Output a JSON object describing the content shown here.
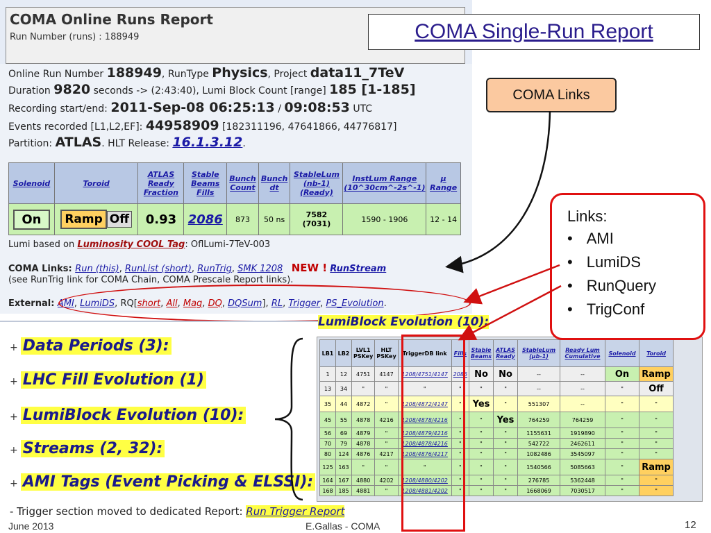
{
  "header": {
    "title": "COMA Online Runs Report",
    "run_number_line": "Run Number (runs) : 188949"
  },
  "slide_title": "COMA Single-Run Report",
  "run_info": {
    "l1_prefix": "Online Run Number ",
    "run_number": "188949",
    "l1_mid": ", RunType ",
    "run_type": "Physics",
    "l1_mid2": ", Project ",
    "project": "data11_7TeV",
    "l2_prefix": "Duration ",
    "duration": "9820",
    "l2_mid": " seconds -> (2:43:40), Lumi Block Count [range] ",
    "lb_count": "185 [1-185]",
    "l3_prefix": "Recording start/end: ",
    "start": "2011-Sep-08 06:25:13",
    "l3_sep": " / ",
    "end": "09:08:53",
    "l3_suffix": " UTC",
    "l4_prefix": "Events recorded [L1,L2,EF]: ",
    "events": "44958909",
    "l4_suffix": " [182311196, 47641866, 44776817]",
    "l5_prefix": "Partition: ",
    "partition": "ATLAS",
    "l5_mid": ". HLT Release: ",
    "hlt_release": "16.1.3.12",
    "l5_suffix": "."
  },
  "summary_table": {
    "headers": [
      "Solenoid",
      "Toroid",
      "ATLAS Ready Fraction",
      "Stable Beams Fills",
      "Bunch Count",
      "Bunch dt",
      "StableLum (nb-1) (Ready)",
      "InstLum Range (10^30cm^-2s^-1)",
      "μ Range"
    ],
    "solenoid": "On",
    "toroid_ramp": "Ramp",
    "toroid_off": "Off",
    "ready_fraction": "0.93",
    "fill": "2086",
    "bunch_count": "873",
    "bunch_dt": "50 ns",
    "stable_lum": "7582",
    "stable_lum_ready": "(7031)",
    "instlum_range": "1590 - 1906",
    "mu_range": "12 - 14"
  },
  "lumi_line": {
    "prefix": "Lumi based on ",
    "link": "Luminosity COOL Tag",
    "suffix": ": OflLumi-7TeV-003"
  },
  "coma_links": {
    "prefix": "COMA Links: ",
    "run": "Run (this)",
    "runlist": "RunList (short)",
    "runtrig": "RunTrig",
    "smk": "SMK 1208",
    "new": "NEW !",
    "runstream": "RunStream",
    "note": "(see RunTrig link for COMA Chain, COMA Prescale Report links)."
  },
  "external": {
    "prefix": "External: ",
    "ami": "AMI",
    "lumids": "LumiDS",
    "rq": "RQ[",
    "short": "short",
    "all": "All",
    "mag": "Mag",
    "dq": "DQ",
    "dqsum": "DQSum",
    "rl": "RL",
    "trigger": "Trigger",
    "ps": "PS_Evolution"
  },
  "sections": [
    {
      "plus": "+",
      "label": "Data Periods (3):"
    },
    {
      "plus": "+",
      "label": "LHC Fill Evolution (1)"
    },
    {
      "plus": "+",
      "label": "LumiBlock Evolution (10):"
    },
    {
      "plus": "+",
      "label": "Streams (2, 32):"
    },
    {
      "plus": "+",
      "label": "AMI Tags (Event Picking & ELSSI):"
    }
  ],
  "lb_title": "LumiBlock Evolution (10):",
  "lb_table": {
    "headers": [
      "LB1",
      "LB2",
      "LVL1 PSKey",
      "HLT PSKey",
      "TriggerDB link",
      "Fills",
      "Stable Beams",
      "ATLAS Ready",
      "StableLum (μb-1)",
      "Ready Lum Cumulative",
      "Solenoid",
      "Toroid"
    ],
    "rows": [
      [
        "1",
        "12",
        "4751",
        "4147",
        "1208/4751/4147",
        "2086",
        "No",
        "No",
        "--",
        "--",
        "On",
        "Ramp"
      ],
      [
        "13",
        "34",
        "\"",
        "\"",
        "\"",
        "\"",
        "\"",
        "\"",
        "--",
        "--",
        "\"",
        "Off"
      ],
      [
        "35",
        "44",
        "4872",
        "\"",
        "1208/4872/4147",
        "\"",
        "Yes",
        "\"",
        "551307",
        "--",
        "\"",
        "\""
      ],
      [
        "45",
        "55",
        "4878",
        "4216",
        "1208/4878/4216",
        "\"",
        "\"",
        "Yes",
        "764259",
        "764259",
        "\"",
        "\""
      ],
      [
        "56",
        "69",
        "4879",
        "\"",
        "1208/4879/4216",
        "\"",
        "\"",
        "\"",
        "1155631",
        "1919890",
        "\"",
        "\""
      ],
      [
        "70",
        "79",
        "4878",
        "\"",
        "1208/4878/4216",
        "\"",
        "\"",
        "\"",
        "542722",
        "2462611",
        "\"",
        "\""
      ],
      [
        "80",
        "124",
        "4876",
        "4217",
        "1208/4876/4217",
        "\"",
        "\"",
        "\"",
        "1082486",
        "3545097",
        "\"",
        "\""
      ],
      [
        "125",
        "163",
        "\"",
        "\"",
        "\"",
        "\"",
        "\"",
        "\"",
        "1540566",
        "5085663",
        "\"",
        "Ramp"
      ],
      [
        "164",
        "167",
        "4880",
        "4202",
        "1208/4880/4202",
        "\"",
        "\"",
        "\"",
        "276785",
        "5362448",
        "\"",
        "\""
      ],
      [
        "168",
        "185",
        "4881",
        "\"",
        "1208/4881/4202",
        "\"",
        "\"",
        "\"",
        "1668069",
        "7030517",
        "\"",
        "\""
      ]
    ]
  },
  "callouts": {
    "coma_links": "COMA Links",
    "links_title": "Links:",
    "links": [
      "AMI",
      "LumiDS",
      "RunQuery",
      "TrigConf"
    ]
  },
  "trigger_note": {
    "prefix": "- Trigger section moved to dedicated Report: ",
    "link": "Run Trigger Report"
  },
  "footer": {
    "left": "June 2013",
    "center": "E.Gallas - COMA",
    "page": "12"
  },
  "colors": {
    "link_blue": "#1a1aa6",
    "highlight_yellow": "#ffff44",
    "green_cell": "#c8f0b0",
    "orange_ramp": "#ffd060",
    "red_annotation": "#e01010",
    "callout_orange": "#fbc9a0"
  }
}
